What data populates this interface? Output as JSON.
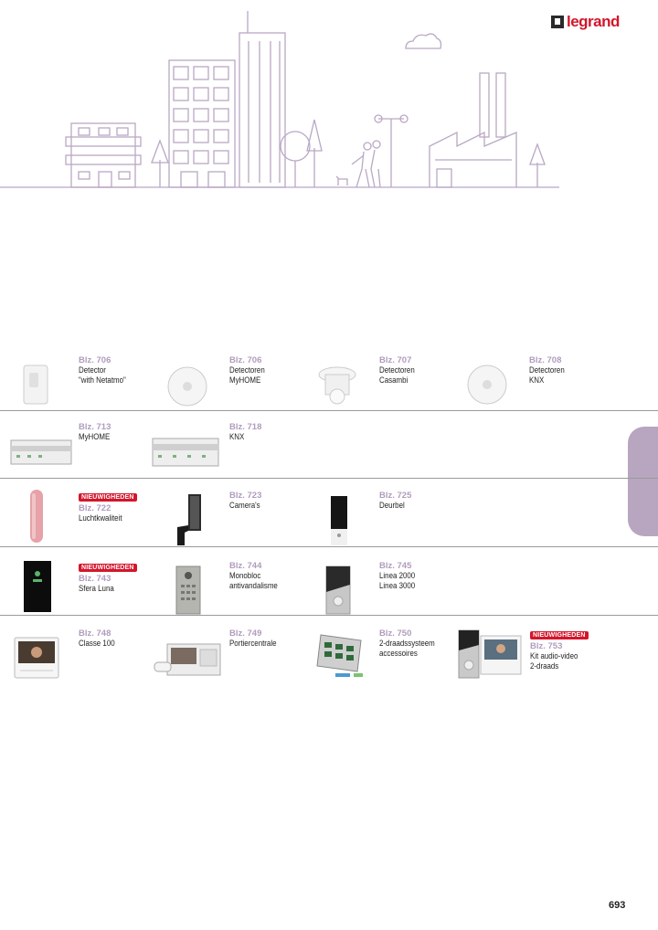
{
  "brand": {
    "name": "legrand"
  },
  "page_number": "693",
  "rows": [
    {
      "items": [
        {
          "badge": "",
          "page": "Blz. 706",
          "lines": [
            "Detector",
            "\"with Netatmo\""
          ],
          "icon": "detector-netatmo-icon"
        },
        {
          "badge": "",
          "page": "Blz. 706",
          "lines": [
            "Detectoren",
            "MyHOME"
          ],
          "icon": "ceiling-detector-icon"
        },
        {
          "badge": "",
          "page": "Blz. 707",
          "lines": [
            "Detectoren",
            "Casambi"
          ],
          "icon": "flush-detector-icon"
        },
        {
          "badge": "",
          "page": "Blz. 708",
          "lines": [
            "Detectoren",
            "KNX"
          ],
          "icon": "ceiling-detector-knx-icon"
        }
      ]
    },
    {
      "items": [
        {
          "badge": "",
          "page": "Blz. 713",
          "lines": [
            "MyHOME"
          ],
          "icon": "din-module-icon"
        },
        {
          "badge": "",
          "page": "Blz. 718",
          "lines": [
            "KNX"
          ],
          "icon": "din-module-knx-icon"
        }
      ]
    },
    {
      "items": [
        {
          "badge": "NIEUWIGHEDEN",
          "page": "Blz. 722",
          "lines": [
            "Luchtkwaliteit"
          ],
          "icon": "air-quality-sensor-icon"
        },
        {
          "badge": "",
          "page": "Blz. 723",
          "lines": [
            "Camera's"
          ],
          "icon": "outdoor-camera-icon"
        },
        {
          "badge": "",
          "page": "Blz. 725",
          "lines": [
            "Deurbel"
          ],
          "icon": "doorbell-icon"
        }
      ]
    },
    {
      "items": [
        {
          "badge": "NIEUWIGHEDEN",
          "page": "Blz. 743",
          "lines": [
            "Sfera Luna"
          ],
          "icon": "sfera-luna-panel-icon"
        },
        {
          "badge": "",
          "page": "Blz. 744",
          "lines": [
            "Monobloc",
            "antivandalisme"
          ],
          "icon": "monobloc-panel-icon"
        },
        {
          "badge": "",
          "page": "Blz. 745",
          "lines": [
            "Linea 2000",
            "Linea 3000"
          ],
          "icon": "linea-handset-icon"
        }
      ]
    },
    {
      "items": [
        {
          "badge": "",
          "page": "Blz. 748",
          "lines": [
            "Classe 100"
          ],
          "icon": "video-monitor-icon"
        },
        {
          "badge": "",
          "page": "Blz. 749",
          "lines": [
            "Portiercentrale"
          ],
          "icon": "concierge-station-icon"
        },
        {
          "badge": "",
          "page": "Blz. 750",
          "lines": [
            "2-draadssysteem",
            "accessoires"
          ],
          "icon": "accessory-kit-icon"
        },
        {
          "badge": "NIEUWIGHEDEN",
          "page": "Blz. 753",
          "lines": [
            "Kit audio-video",
            "2-draads"
          ],
          "icon": "audio-video-kit-icon"
        }
      ]
    }
  ]
}
